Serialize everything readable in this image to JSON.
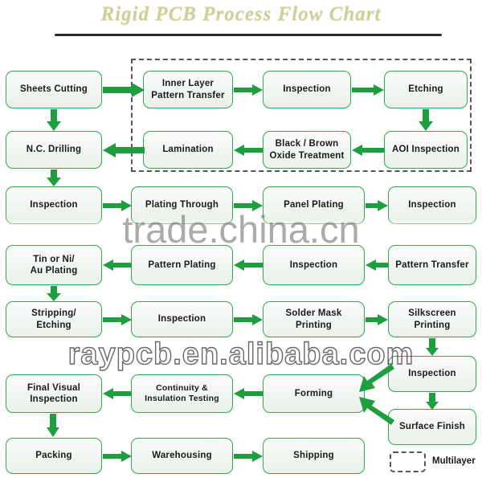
{
  "title": "Rigid PCB Process Flow Chart",
  "colors": {
    "node_border": "#2fa84f",
    "arrow": "#1e9e3e",
    "title": "#cfcf9a",
    "dashed": "#555555"
  },
  "legend": {
    "label": "Multilayer"
  },
  "watermarks": {
    "primary": "trade.china.cn",
    "secondary": "raypcb.en.alibaba.com"
  },
  "nodes": [
    {
      "id": "sheets-cutting",
      "label": "Sheets Cutting"
    },
    {
      "id": "inner-layer-pattern-transfer",
      "label": "Inner Layer\nPattern Transfer"
    },
    {
      "id": "inspection-1",
      "label": "Inspection"
    },
    {
      "id": "etching",
      "label": "Etching"
    },
    {
      "id": "nc-drilling",
      "label": "N.C. Drilling"
    },
    {
      "id": "lamination",
      "label": "Lamination"
    },
    {
      "id": "black-brown-oxide-treatment",
      "label": "Black / Brown\nOxide Treatment"
    },
    {
      "id": "aoi-inspection",
      "label": "AOI Inspection"
    },
    {
      "id": "inspection-2",
      "label": "Inspection"
    },
    {
      "id": "plating-through",
      "label": "Plating Through"
    },
    {
      "id": "panel-plating",
      "label": "Panel Plating"
    },
    {
      "id": "inspection-3",
      "label": "Inspection"
    },
    {
      "id": "tin-or-ni-au-plating",
      "label": "Tin or Ni/\nAu Plating"
    },
    {
      "id": "pattern-plating",
      "label": "Pattern Plating"
    },
    {
      "id": "inspection-4",
      "label": "Inspection"
    },
    {
      "id": "pattern-transfer",
      "label": "Pattern Transfer"
    },
    {
      "id": "stripping-etching",
      "label": "Stripping/\nEtching"
    },
    {
      "id": "inspection-5",
      "label": "Inspection"
    },
    {
      "id": "solder-mask-printing",
      "label": "Solder Mask\nPrinting"
    },
    {
      "id": "silkscreen-printing",
      "label": "Silkscreen\nPrinting"
    },
    {
      "id": "inspection-6",
      "label": "Inspection"
    },
    {
      "id": "final-visual-inspection",
      "label": "Final Visual\nInspection"
    },
    {
      "id": "continuity-insulation-testing",
      "label": "Continuity &\nInsulation Testing"
    },
    {
      "id": "forming",
      "label": "Forming"
    },
    {
      "id": "surface-finish",
      "label": "Surface Finish"
    },
    {
      "id": "packing",
      "label": "Packing"
    },
    {
      "id": "warehousing",
      "label": "Warehousing"
    },
    {
      "id": "shipping",
      "label": "Shipping"
    }
  ]
}
